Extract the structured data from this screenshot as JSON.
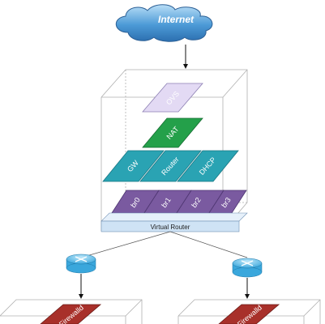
{
  "cloud": {
    "label": "Internet"
  },
  "stack": {
    "top_label": "OVS",
    "nat_label": "NAT",
    "services": [
      "GW",
      "Router",
      "DHCP"
    ],
    "bridges": [
      "br0",
      "br1",
      "br2",
      "br3"
    ],
    "base_label": "Virtual Router"
  },
  "firewalls": [
    "Firewalld",
    "Firewalld"
  ],
  "colors": {
    "cloud": "#3e8fd0",
    "cloud_light": "#a8d3f3",
    "ovs": "#e3daf4",
    "nat": "#24a04a",
    "service": "#2aa3b3",
    "bridge": "#7a5aa0",
    "base": "#cfe3f5",
    "firewall": "#a8302a",
    "router_icon": "#55b9e6"
  }
}
